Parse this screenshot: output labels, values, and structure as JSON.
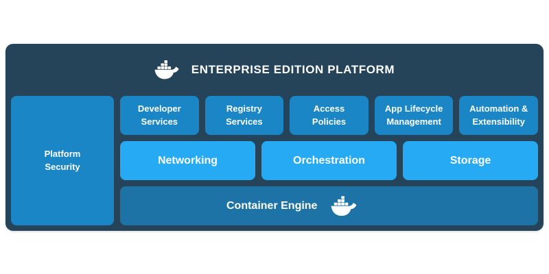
{
  "colors": {
    "background": "#ffffff",
    "platform_bg": "#254459",
    "box_blue": "#1a86c5",
    "box_light_blue": "#25aaf3",
    "engine_blue": "#1d73a6",
    "text": "#ffffff"
  },
  "header": {
    "title": "ENTERPRISE EDITION PLATFORM",
    "icon": "docker-whale-icon"
  },
  "platform_security": {
    "label": "Platform Security"
  },
  "service_boxes": [
    {
      "label": "Developer Services"
    },
    {
      "label": "Registry Services"
    },
    {
      "label": "Access Policies"
    },
    {
      "label": "App Lifecycle Management"
    },
    {
      "label": "Automation & Extensibility"
    }
  ],
  "infrastructure_boxes": [
    {
      "label": "Networking"
    },
    {
      "label": "Orchestration"
    },
    {
      "label": "Storage"
    }
  ],
  "container_engine": {
    "label": "Container Engine",
    "icon": "docker-whale-icon"
  }
}
